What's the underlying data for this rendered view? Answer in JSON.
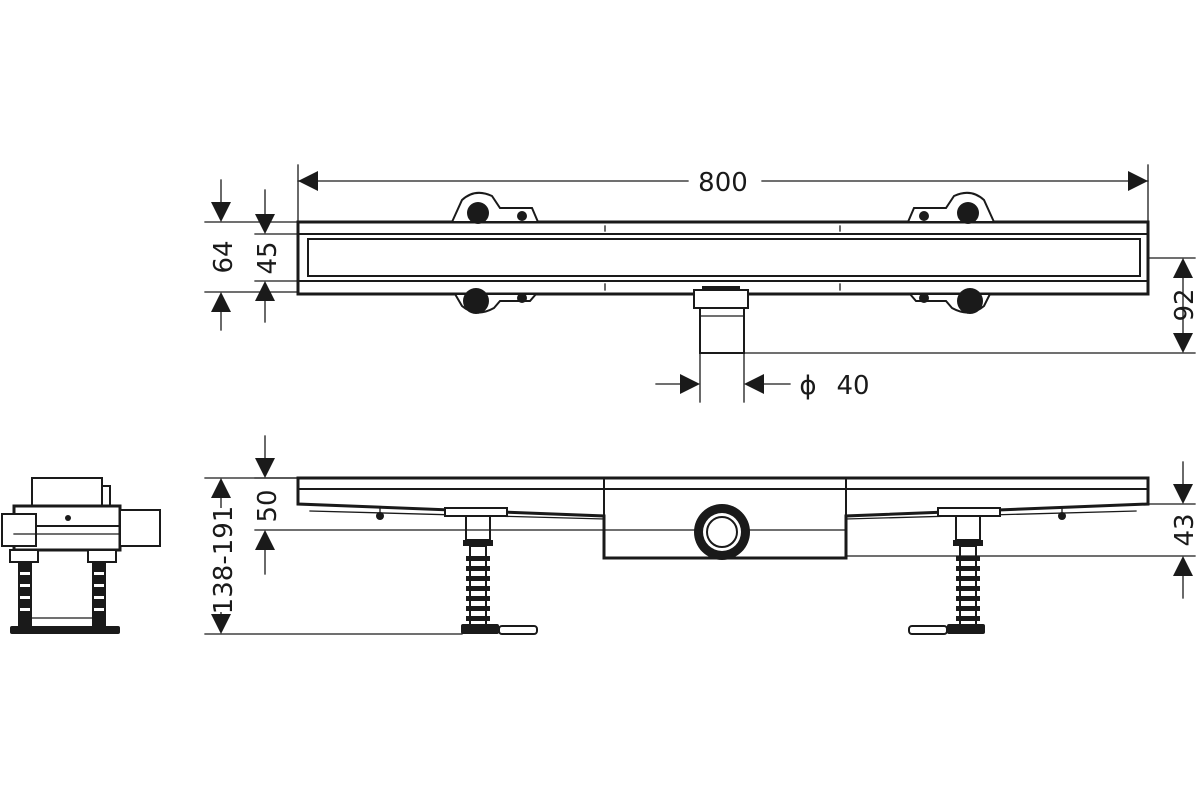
{
  "dimensions": {
    "length": "800",
    "height_outer": "64",
    "height_inner": "45",
    "height_outlet": "92",
    "outlet_symbol": "ϕ",
    "outlet_diameter": "40",
    "depth_top": "50",
    "install_height": "138-191",
    "side_offset": "43"
  }
}
